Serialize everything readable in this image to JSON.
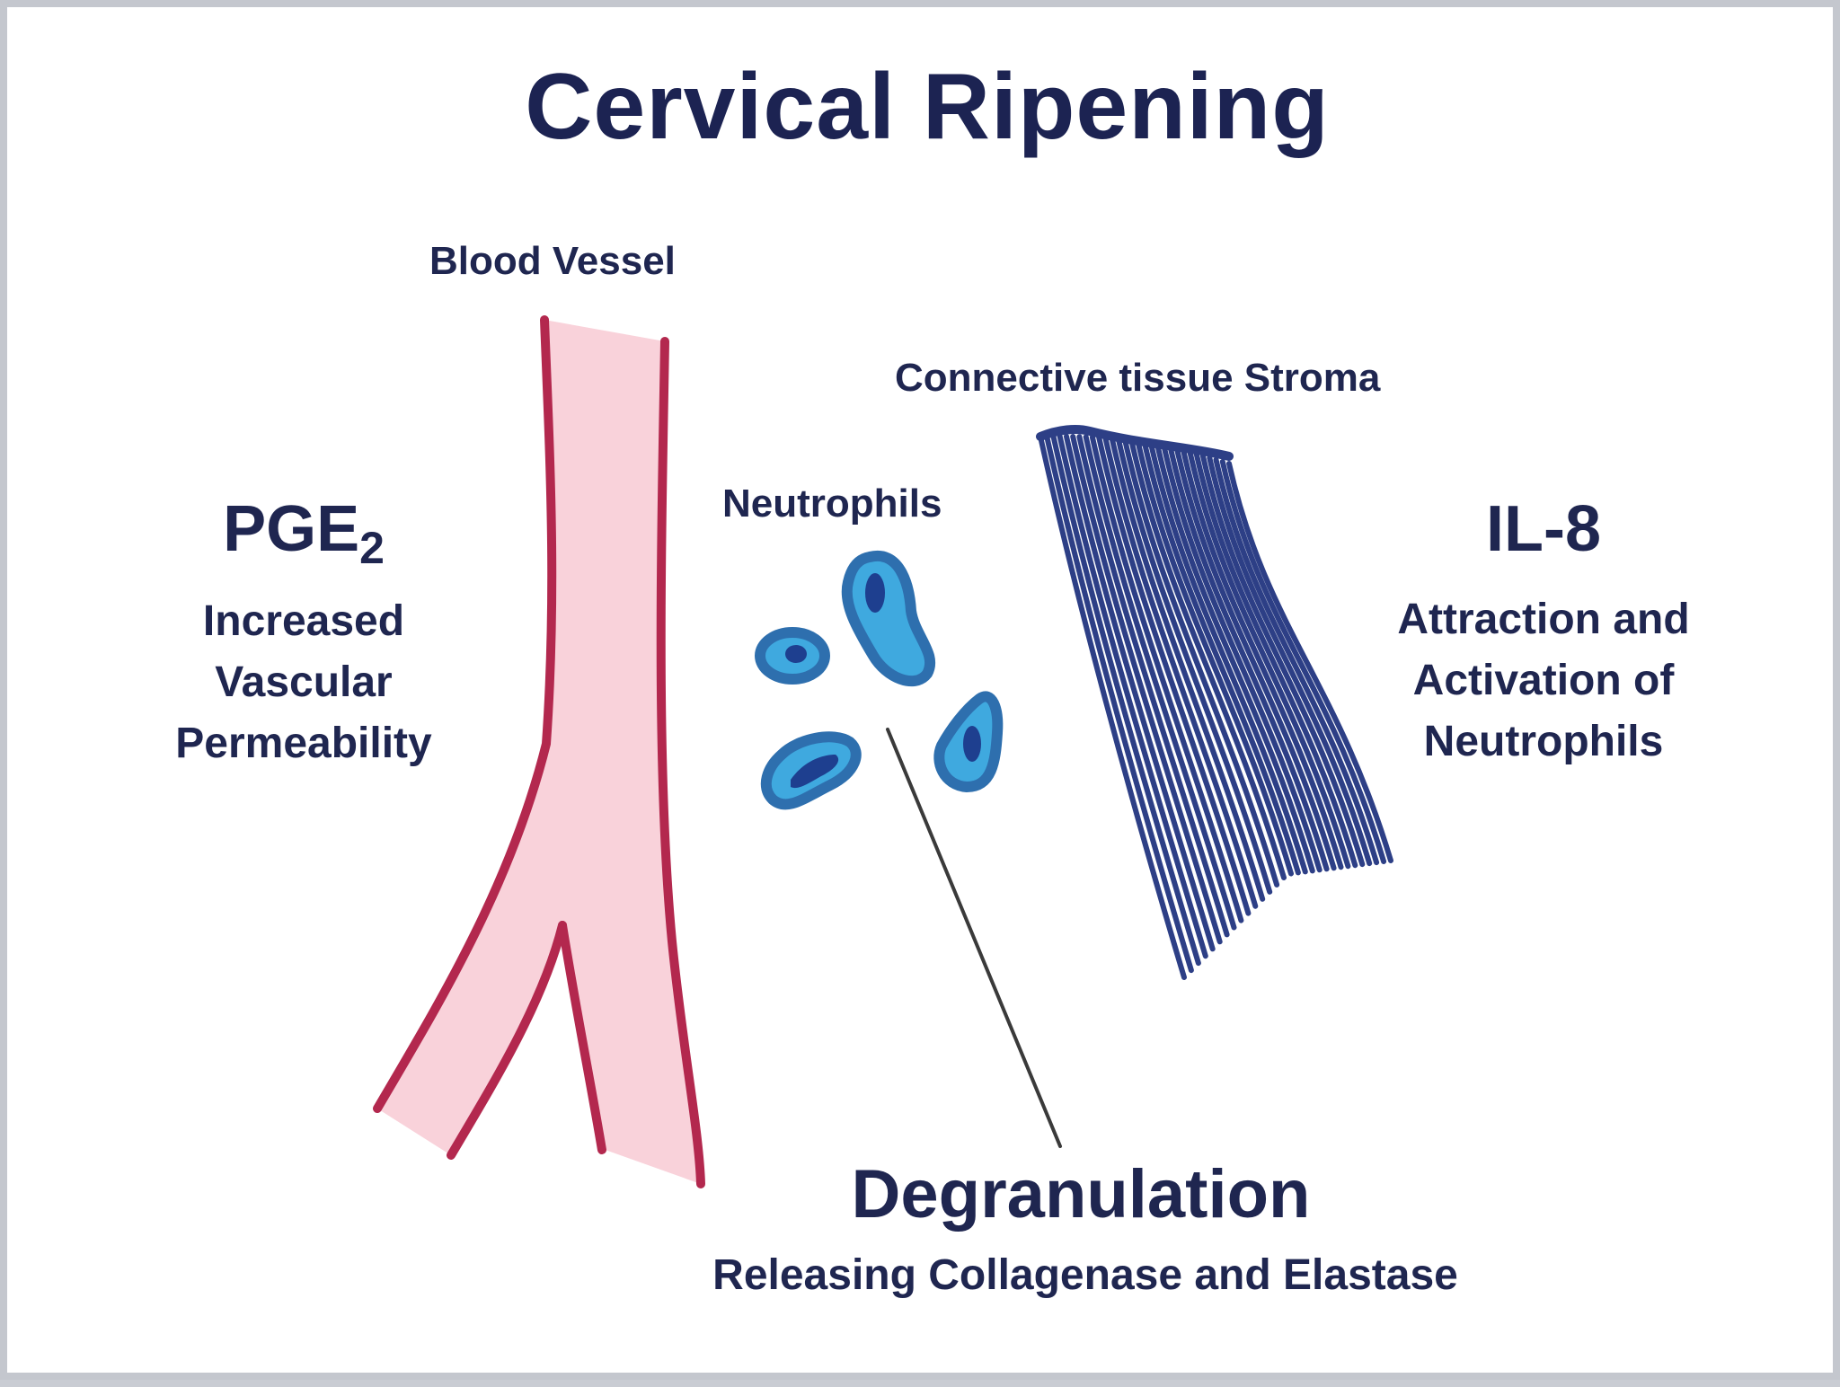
{
  "title": "Cervical Ripening",
  "labels": {
    "blood_vessel": "Blood Vessel",
    "stroma": "Connective tissue Stroma",
    "neutrophils": "Neutrophils"
  },
  "pge2": {
    "name": "PGE",
    "subscript": "2",
    "description": "Increased Vascular Permeability"
  },
  "il8": {
    "name": "IL-8",
    "description": "Attraction and Activation of Neutrophils"
  },
  "degranulation": {
    "title": "Degranulation",
    "description": "Releasing Collagenase and Elastase"
  },
  "colors": {
    "text": "#1f2650",
    "vessel_fill": "#f9d2da",
    "vessel_wall": "#b3284e",
    "neutrophil_outer": "#2e6fae",
    "neutrophil_inner": "#3fa9df",
    "neutrophil_nucleus": "#1e3f8f",
    "stroma": "#2d3f86"
  }
}
